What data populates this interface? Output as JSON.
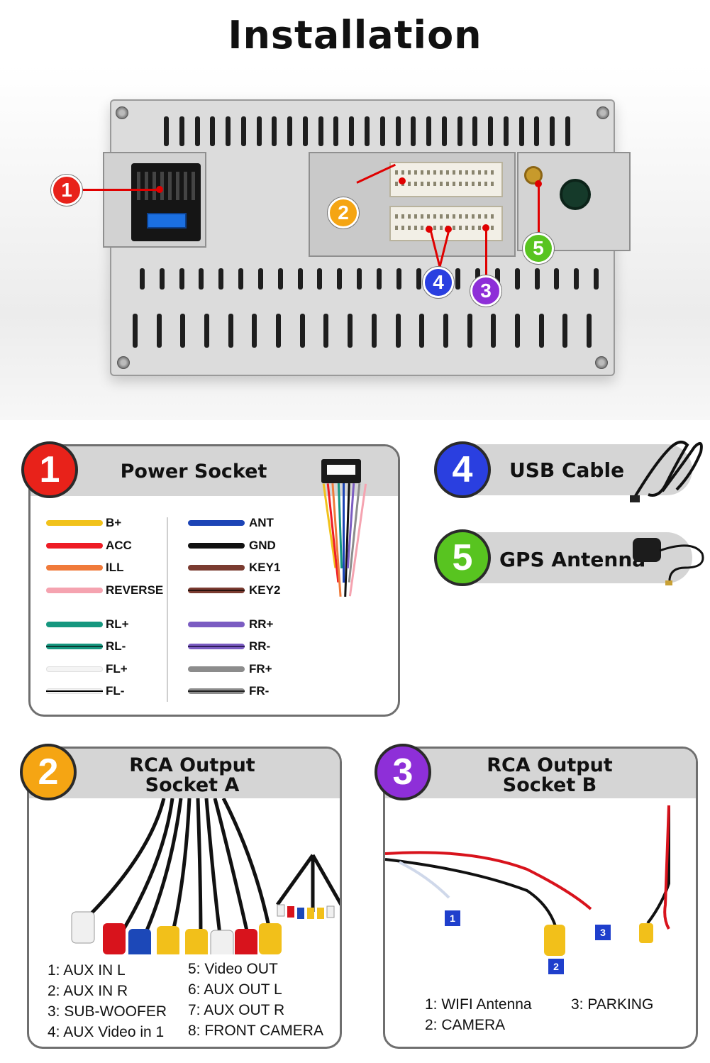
{
  "page": {
    "title": "Installation"
  },
  "hero": {
    "callouts": [
      {
        "number": "1",
        "color": "#e8221a"
      },
      {
        "number": "2",
        "color": "#f5a513"
      },
      {
        "number": "3",
        "color": "#8e2fd8"
      },
      {
        "number": "4",
        "color": "#2a3fe0"
      },
      {
        "number": "5",
        "color": "#58c420"
      }
    ]
  },
  "power_socket": {
    "number": "1",
    "color": "#e8221a",
    "title": "Power Socket",
    "left_wires": [
      {
        "label": "B+",
        "color": "#f1c21b",
        "stripe": ""
      },
      {
        "label": "ACC",
        "color": "#ee1c25",
        "stripe": ""
      },
      {
        "label": "ILL",
        "color": "#f07a3a",
        "stripe": ""
      },
      {
        "label": "REVERSE",
        "color": "#f5a3b0",
        "stripe": ""
      },
      {
        "label": "RL+",
        "color": "#16977f",
        "stripe": ""
      },
      {
        "label": "RL-",
        "color": "#16977f",
        "stripe": "#0b3b33"
      },
      {
        "label": "FL+",
        "color": "#f4f4f4",
        "stripe": ""
      },
      {
        "label": "FL-",
        "color": "#f4f4f4",
        "stripe": "#000000"
      }
    ],
    "right_wires": [
      {
        "label": "ANT",
        "color": "#1c44b6",
        "stripe": ""
      },
      {
        "label": "GND",
        "color": "#111111",
        "stripe": ""
      },
      {
        "label": "KEY1",
        "color": "#7a3b30",
        "stripe": ""
      },
      {
        "label": "KEY2",
        "color": "#7a3b30",
        "stripe": "#2a120d"
      },
      {
        "label": "RR+",
        "color": "#7b5cc2",
        "stripe": ""
      },
      {
        "label": "RR-",
        "color": "#7b5cc2",
        "stripe": "#2e1d5a"
      },
      {
        "label": "FR+",
        "color": "#8c8c8c",
        "stripe": ""
      },
      {
        "label": "FR-",
        "color": "#8c8c8c",
        "stripe": "#222222"
      }
    ]
  },
  "usb": {
    "number": "4",
    "color": "#2a3fe0",
    "label": "USB Cable"
  },
  "gps": {
    "number": "5",
    "color": "#58c420",
    "label": "GPS Antenna"
  },
  "rca_a": {
    "number": "2",
    "color": "#f5a513",
    "title_line1": "RCA Output",
    "title_line2": "Socket A",
    "items_left": [
      "1: AUX IN L",
      "2: AUX IN R",
      "3: SUB-WOOFER",
      "4: AUX Video in 1"
    ],
    "items_right": [
      "5: Video OUT",
      "6: AUX OUT L",
      "7: AUX OUT R",
      "8: FRONT CAMERA"
    ]
  },
  "rca_b": {
    "number": "3",
    "color": "#8e2fd8",
    "title_line1": "RCA Output",
    "title_line2": "Socket B",
    "tags": [
      "1",
      "2",
      "3"
    ],
    "items_left": [
      "1: WIFI Antenna",
      "2: CAMERA"
    ],
    "items_right": [
      "3: PARKING"
    ]
  }
}
